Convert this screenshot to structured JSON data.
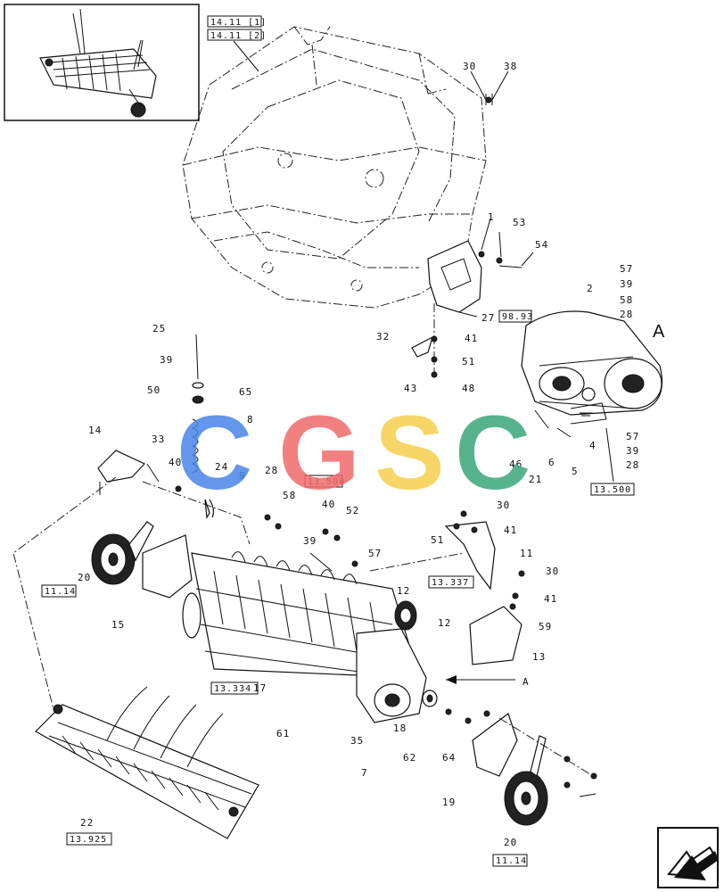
{
  "diagram": {
    "callout_letter": "A",
    "arrow_letter": "A",
    "reference_boxes": [
      {
        "id": "ref-top-1",
        "text": "14.11 [1]"
      },
      {
        "id": "ref-top-2",
        "text": "14.11 [2]"
      },
      {
        "id": "ref-1",
        "text": "98.93"
      },
      {
        "id": "ref-2",
        "text": "13.500"
      },
      {
        "id": "ref-3",
        "text": "13.500"
      },
      {
        "id": "ref-4",
        "text": "13.337"
      },
      {
        "id": "ref-5",
        "text": "11.14"
      },
      {
        "id": "ref-6",
        "text": "13.334"
      },
      {
        "id": "ref-7",
        "text": "13.925"
      },
      {
        "id": "ref-8",
        "text": "11.14"
      }
    ],
    "watermark": [
      "C",
      "G",
      "S",
      "C"
    ],
    "watermark_colors": [
      "#4a86e8",
      "#f26b6b",
      "#f6d04d",
      "#3aa67a"
    ],
    "part_numbers": [
      "30",
      "38",
      "1",
      "53",
      "54",
      "27",
      "57",
      "39",
      "58",
      "28",
      "2",
      "32",
      "41",
      "51",
      "43",
      "48",
      "25",
      "39",
      "50",
      "65",
      "8",
      "24",
      "9",
      "14",
      "33",
      "40",
      "28",
      "58",
      "40",
      "52",
      "39",
      "57",
      "46",
      "6",
      "21",
      "5",
      "4",
      "57",
      "39",
      "28",
      "51",
      "30",
      "41",
      "11",
      "12",
      "12",
      "30",
      "41",
      "59",
      "13",
      "20",
      "15",
      "17",
      "35",
      "18",
      "61",
      "62",
      "64",
      "19",
      "7",
      "22",
      "20"
    ]
  }
}
